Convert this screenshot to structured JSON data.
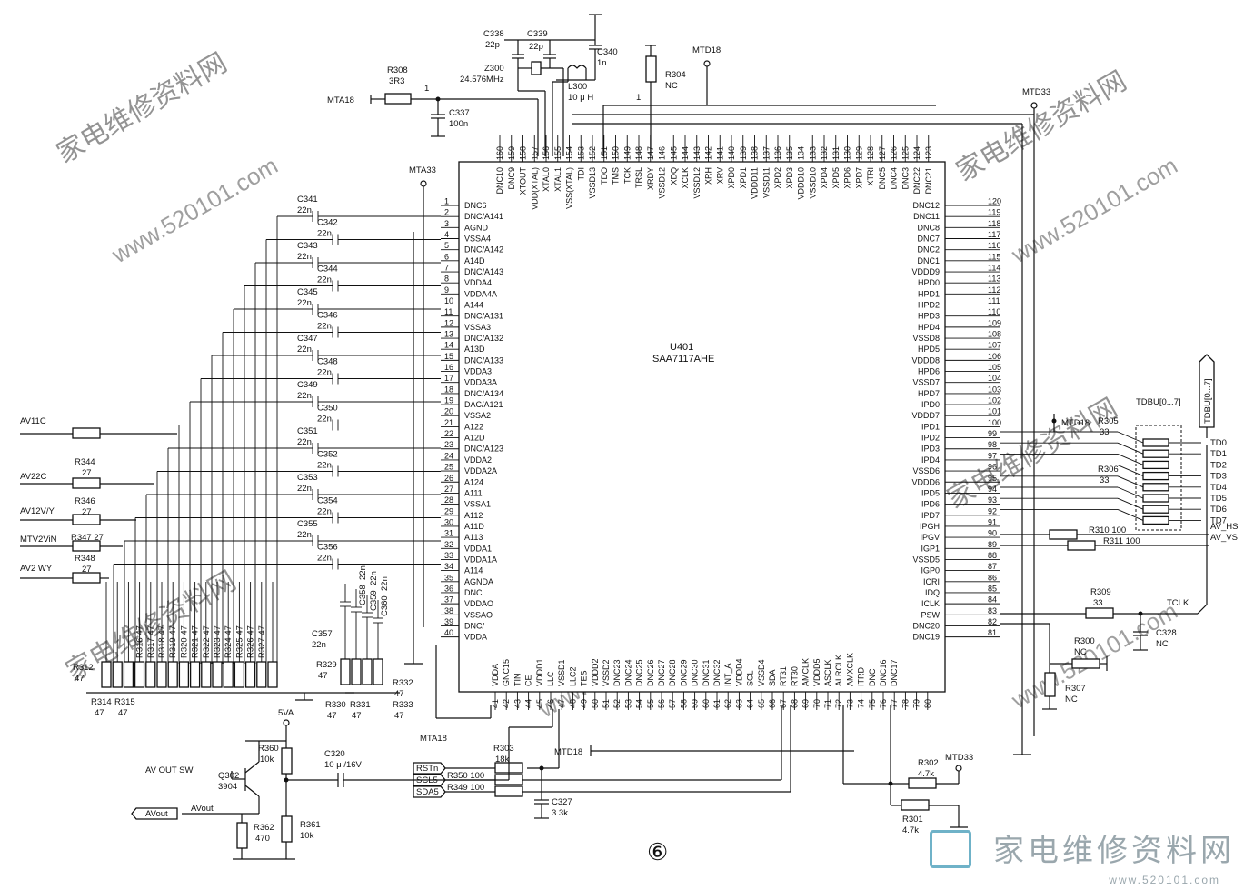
{
  "ic": {
    "ref": "U401",
    "part": "SAA7117AHE",
    "left_pins": [
      {
        "n": "1",
        "name": "DNC6"
      },
      {
        "n": "2",
        "name": "DNC/A141"
      },
      {
        "n": "3",
        "name": "AGND"
      },
      {
        "n": "4",
        "name": "VSSA4"
      },
      {
        "n": "5",
        "name": "DNC/A142"
      },
      {
        "n": "6",
        "name": "A14D"
      },
      {
        "n": "7",
        "name": "DNC/A143"
      },
      {
        "n": "8",
        "name": "VDDA4"
      },
      {
        "n": "9",
        "name": "VDDA4A"
      },
      {
        "n": "10",
        "name": "A144"
      },
      {
        "n": "11",
        "name": "DNC/A131"
      },
      {
        "n": "12",
        "name": "VSSA3"
      },
      {
        "n": "13",
        "name": "DNC/A132"
      },
      {
        "n": "14",
        "name": "A13D"
      },
      {
        "n": "15",
        "name": "DNC/A133"
      },
      {
        "n": "16",
        "name": "VDDA3"
      },
      {
        "n": "17",
        "name": "VDDA3A"
      },
      {
        "n": "18",
        "name": "DNC/A134"
      },
      {
        "n": "19",
        "name": "DAC/A121"
      },
      {
        "n": "20",
        "name": "VSSA2"
      },
      {
        "n": "21",
        "name": "A122"
      },
      {
        "n": "22",
        "name": "A12D"
      },
      {
        "n": "23",
        "name": "DNC/A123"
      },
      {
        "n": "24",
        "name": "VDDA2"
      },
      {
        "n": "25",
        "name": "VDDA2A"
      },
      {
        "n": "26",
        "name": "A124"
      },
      {
        "n": "27",
        "name": "A111"
      },
      {
        "n": "28",
        "name": "VSSA1"
      },
      {
        "n": "29",
        "name": "A112"
      },
      {
        "n": "30",
        "name": "A11D"
      },
      {
        "n": "31",
        "name": "A113"
      },
      {
        "n": "32",
        "name": "VDDA1"
      },
      {
        "n": "33",
        "name": "VDDA1A"
      },
      {
        "n": "34",
        "name": "A114"
      },
      {
        "n": "35",
        "name": "AGNDA"
      },
      {
        "n": "36",
        "name": "DNC"
      },
      {
        "n": "37",
        "name": "VDDAO"
      },
      {
        "n": "38",
        "name": "VSSAO"
      },
      {
        "n": "39",
        "name": "DNC/"
      },
      {
        "n": "40",
        "name": "VDDA"
      }
    ],
    "right_pins": [
      {
        "n": "120",
        "name": "DNC12"
      },
      {
        "n": "119",
        "name": "DNC11"
      },
      {
        "n": "118",
        "name": "DNC8"
      },
      {
        "n": "117",
        "name": "DNC7"
      },
      {
        "n": "116",
        "name": "DNC2"
      },
      {
        "n": "115",
        "name": "DNC1"
      },
      {
        "n": "114",
        "name": "VDDD9"
      },
      {
        "n": "113",
        "name": "HPD0"
      },
      {
        "n": "112",
        "name": "HPD1"
      },
      {
        "n": "111",
        "name": "HPD2"
      },
      {
        "n": "110",
        "name": "HPD3"
      },
      {
        "n": "109",
        "name": "HPD4"
      },
      {
        "n": "108",
        "name": "VSSD8"
      },
      {
        "n": "107",
        "name": "HPD5"
      },
      {
        "n": "106",
        "name": "VDDD8"
      },
      {
        "n": "105",
        "name": "HPD6"
      },
      {
        "n": "104",
        "name": "VSSD7"
      },
      {
        "n": "103",
        "name": "HPD7"
      },
      {
        "n": "102",
        "name": "IPD0"
      },
      {
        "n": "101",
        "name": "VDDD7"
      },
      {
        "n": "100",
        "name": "IPD1"
      },
      {
        "n": "99",
        "name": "IPD2"
      },
      {
        "n": "98",
        "name": "IPD3"
      },
      {
        "n": "97",
        "name": "IPD4"
      },
      {
        "n": "96",
        "name": "VSSD6"
      },
      {
        "n": "95",
        "name": "VDDD6"
      },
      {
        "n": "94",
        "name": "IPD5"
      },
      {
        "n": "93",
        "name": "IPD6"
      },
      {
        "n": "92",
        "name": "IPD7"
      },
      {
        "n": "91",
        "name": "IPGH"
      },
      {
        "n": "90",
        "name": "IPGV"
      },
      {
        "n": "89",
        "name": "IGP1"
      },
      {
        "n": "88",
        "name": "VSSD5"
      },
      {
        "n": "87",
        "name": "IGP0"
      },
      {
        "n": "86",
        "name": "ICRI"
      },
      {
        "n": "85",
        "name": "IDQ"
      },
      {
        "n": "84",
        "name": "ICLK"
      },
      {
        "n": "83",
        "name": "PSW"
      },
      {
        "n": "82",
        "name": "DNC20"
      },
      {
        "n": "81",
        "name": "DNC19"
      }
    ],
    "top_pins": [
      {
        "n": "160",
        "name": "DNC10"
      },
      {
        "n": "159",
        "name": "DNC9"
      },
      {
        "n": "158",
        "name": "XTOUT"
      },
      {
        "n": "157",
        "name": "VDD(XTAL)"
      },
      {
        "n": "156",
        "name": "XTAL0"
      },
      {
        "n": "155",
        "name": "XTAL1"
      },
      {
        "n": "154",
        "name": "VSS(XTAL)"
      },
      {
        "n": "153",
        "name": "TDI"
      },
      {
        "n": "152",
        "name": "VSSD13"
      },
      {
        "n": "151",
        "name": "TDO"
      },
      {
        "n": "150",
        "name": "TMS"
      },
      {
        "n": "149",
        "name": "TCK"
      },
      {
        "n": "148",
        "name": "TRSL"
      },
      {
        "n": "147",
        "name": "XRDY"
      },
      {
        "n": "146",
        "name": "VSSD12"
      },
      {
        "n": "145",
        "name": "XDQ"
      },
      {
        "n": "144",
        "name": "XCLK"
      },
      {
        "n": "143",
        "name": "VSSD12"
      },
      {
        "n": "142",
        "name": "XRH"
      },
      {
        "n": "141",
        "name": "XRV"
      },
      {
        "n": "140",
        "name": "XPD0"
      },
      {
        "n": "139",
        "name": "XPD1"
      },
      {
        "n": "138",
        "name": "VDDD11"
      },
      {
        "n": "137",
        "name": "VSSD11"
      },
      {
        "n": "136",
        "name": "XPD2"
      },
      {
        "n": "135",
        "name": "XPD3"
      },
      {
        "n": "134",
        "name": "VDDD10"
      },
      {
        "n": "133",
        "name": "VSSD10"
      },
      {
        "n": "132",
        "name": "XPD4"
      },
      {
        "n": "131",
        "name": "XPD5"
      },
      {
        "n": "130",
        "name": "XPD6"
      },
      {
        "n": "129",
        "name": "XPD7"
      },
      {
        "n": "128",
        "name": "XTRI"
      },
      {
        "n": "127",
        "name": "DNC5"
      },
      {
        "n": "126",
        "name": "DNC4"
      },
      {
        "n": "125",
        "name": "DNC3"
      },
      {
        "n": "124",
        "name": "DNC22"
      },
      {
        "n": "123",
        "name": "DNC21"
      }
    ],
    "bottom_pins": [
      {
        "n": "41",
        "name": "VDDA"
      },
      {
        "n": "42",
        "name": "GNC15"
      },
      {
        "n": "43",
        "name": "TIN"
      },
      {
        "n": "44",
        "name": "CE"
      },
      {
        "n": "45",
        "name": "VDDD1"
      },
      {
        "n": "46",
        "name": "LLC"
      },
      {
        "n": "47",
        "name": "VSSD1"
      },
      {
        "n": "48",
        "name": "LLC2"
      },
      {
        "n": "49",
        "name": "TES"
      },
      {
        "n": "50",
        "name": "VDDD2"
      },
      {
        "n": "51",
        "name": "VSSD2"
      },
      {
        "n": "52",
        "name": "DNC23"
      },
      {
        "n": "53",
        "name": "DNC24"
      },
      {
        "n": "54",
        "name": "DNC25"
      },
      {
        "n": "55",
        "name": "DNC26"
      },
      {
        "n": "56",
        "name": "DNC27"
      },
      {
        "n": "57",
        "name": "DNC28"
      },
      {
        "n": "58",
        "name": "DNC29"
      },
      {
        "n": "59",
        "name": "DNC30"
      },
      {
        "n": "60",
        "name": "DNC31"
      },
      {
        "n": "61",
        "name": "DNC32"
      },
      {
        "n": "62",
        "name": "INT_A"
      },
      {
        "n": "63",
        "name": "VDDD4"
      },
      {
        "n": "64",
        "name": "SCL"
      },
      {
        "n": "65",
        "name": "VSSD4"
      },
      {
        "n": "66",
        "name": "SDA"
      },
      {
        "n": "67",
        "name": "RT31"
      },
      {
        "n": "68",
        "name": "RT30"
      },
      {
        "n": "69",
        "name": "AMCLK"
      },
      {
        "n": "70",
        "name": "VDDD5"
      },
      {
        "n": "71",
        "name": "ASCLK"
      },
      {
        "n": "72",
        "name": "ALRCLK"
      },
      {
        "n": "73",
        "name": "AMXCLK"
      },
      {
        "n": "74",
        "name": "ITRD"
      },
      {
        "n": "75",
        "name": "DNC"
      },
      {
        "n": "76",
        "name": "DNC16"
      },
      {
        "n": "77",
        "name": "DNC17"
      },
      {
        "n": "78",
        "name": ""
      },
      {
        "n": "79",
        "name": ""
      },
      {
        "n": "80",
        "name": ""
      }
    ]
  },
  "labels": {
    "r308": "R308",
    "r308v": "3R3",
    "mta18_top": "MTA18",
    "pin1": "1",
    "c337": "C337",
    "c337v": "100n",
    "c338": "C338",
    "c338v": "22p",
    "c339": "C339",
    "c339v": "22p",
    "z300": "Z300",
    "z300v": "24.576MHz",
    "c340": "C340",
    "c340v": "1n",
    "l300": "L300",
    "l300v": "10 μ H",
    "r304": "R304",
    "r304v": "NC",
    "r304pin": "1",
    "mtd18_top": "MTD18",
    "mtd33_top": "MTD33",
    "mta33": "MTA33",
    "c341": "C341",
    "c341v": "22n",
    "c342": "C342",
    "c342v": "22n",
    "c343": "C343",
    "c343v": "22n",
    "c344": "C344",
    "c344v": "22n",
    "c345": "C345",
    "c345v": "22n",
    "c346": "C346",
    "c346v": "22n",
    "c347": "C347",
    "c347v": "22n",
    "c348": "C348",
    "c348v": "22n",
    "c349": "C349",
    "c349v": "22n",
    "c350": "C350",
    "c350v": "22n",
    "c351": "C351",
    "c351v": "22n",
    "c352": "C352",
    "c352v": "22n",
    "c353": "C353",
    "c353v": "22n",
    "c354": "C354",
    "c354v": "22n",
    "c355": "C355",
    "c355v": "22n",
    "c356": "C356",
    "c356v": "22n",
    "c357": "C357",
    "c357v": "22n",
    "c358": "C358",
    "c358v": "22n",
    "c359": "C359",
    "c359v": "22n",
    "c360": "C360",
    "c360v": "22n",
    "av11c": "AV11C",
    "av22c": "AV22C",
    "av12vy": "AV12V/Y",
    "mtv2vin": "MTV2ViN",
    "av2wy": "AV2 WY",
    "r344": "R344",
    "r344v": "27",
    "r346": "R346",
    "r346v": "27",
    "r347": "R347 27",
    "r348": "R348",
    "r348v": "27",
    "r312": "R312",
    "r312v": "47",
    "r314": "R314",
    "r314v": "47",
    "r315": "R315",
    "r315v": "47",
    "r316": "R316 47",
    "r317": "R317 47",
    "r318": "R318 47",
    "r319": "R319 47",
    "r320": "R320 47",
    "r321": "R321 47",
    "r322": "R322 47",
    "r323": "R323 47",
    "r324": "R324 47",
    "r325": "R325 47",
    "r326": "R326 47",
    "r327": "R327 47",
    "r329": "R329",
    "r329v": "47",
    "r330": "R330",
    "r330v": "47",
    "r331": "R331",
    "r331v": "47",
    "r332": "R332",
    "r332v": "47",
    "r333": "R333",
    "r333v": "47",
    "mta18_bot": "MTA18",
    "mtd18_bot": "MTD18",
    "r303": "R303",
    "r303v": "18k",
    "rstn": "RSTn",
    "scl5": "SCL5",
    "sda5": "SDA5",
    "r350": "R350 100",
    "r349": "R349 100",
    "c327": "C327",
    "c327v": "3.3k",
    "r302": "R302",
    "r302v": "4.7k",
    "mtd33_bot": "MTD33",
    "r301": "R301",
    "r301v": "4.7k",
    "5va": "5VA",
    "r360": "R360",
    "r360v": "10k",
    "av_out_sw": "AV OUT SW",
    "q302": "Q302",
    "q302v": "3904",
    "c320": "C320",
    "c320v": "10 μ /16V",
    "avout_port": "AVout",
    "avout_net": "AVout",
    "r362": "R362",
    "r362v": "470",
    "r361": "R361",
    "r361v": "10k",
    "mtd18_right": "MTD18",
    "r305": "R305",
    "r305v": "33",
    "r306": "R306",
    "r306v": "33",
    "tdbu_box": "TDBU[0...7]",
    "tdbu_port": "TDBU[0...7]",
    "td": [
      "TD0",
      "TD1",
      "TD2",
      "TD3",
      "TD4",
      "TD5",
      "TD6",
      "TD7"
    ],
    "r310": "R310 100",
    "r311": "R311 100",
    "av_hs": "AV_HS",
    "av_vs": "AV_VS",
    "r309": "R309",
    "r309v": "33",
    "tclk": "TCLK",
    "c328": "C328",
    "c328v": "NC",
    "r300": "R300",
    "r300v": "NC",
    "r307": "R307",
    "r307v": "NC",
    "sheet": "⑥"
  },
  "watermark": {
    "text1": "家电维修资料网",
    "text2": "www.520101.com",
    "brand": "家电维修资料网",
    "brand_url": "www.520101.com"
  }
}
